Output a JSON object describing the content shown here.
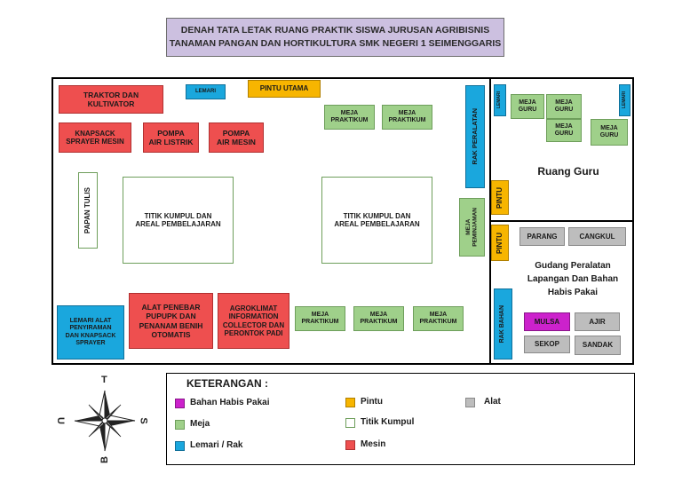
{
  "title": {
    "line1": "DENAH TATA LETAK RUANG PRAKTIK SISWA JURUSAN AGRIBISNIS",
    "line2": "TANAMAN PANGAN DAN HORTIKULTURA SMK NEGERI 1 SEIMENGGARIS"
  },
  "colors": {
    "bahan_habis_pakai": "#cc22cc",
    "meja": "#9fd08a",
    "lemari_rak": "#1aa7dd",
    "pintu": "#f7b500",
    "titik_kumpul": "#ffffff",
    "mesin": "#ee4f4f",
    "alat": "#bdbdbd"
  },
  "praktik": {
    "traktor": "TRAKTOR DAN\nKULTIVATOR",
    "lemari_top": "LEMARI",
    "pintu_utama": "PINTU UTAMA",
    "knapsack": "KNAPSACK\nSPRAYER MESIN",
    "pompa_listrik": "POMPA\nAIR LISTRIK",
    "pompa_mesin": "POMPA\nAIR MESIN",
    "meja_praktikum": "MEJA\nPRAKTIKUM",
    "rak_peralatan": "RAK PERALATAN",
    "papan_tulis": "PAPAN TULIS",
    "titik_kumpul": "TITIK KUMPUL DAN\nAREAL PEMBELAJARAN",
    "meja_peminjaman": "MEJA\nPEMINJAMAN",
    "lemari_alat": "LEMARI ALAT\nPENYIRAMAN\nDAN KNAPSACK\nSPRAYER",
    "alat_penebar": "ALAT PENEBAR\nPUPUPK DAN\nPENANAM BENIH\nOTOMATIS",
    "agroklimat": "AGROKLIMAT\nINFORMATION\nCOLLECTOR DAN\nPERONTOK PADI"
  },
  "guru": {
    "title": "Ruang Guru",
    "lemari": "LEMARI",
    "meja_guru": "MEJA\nGURU",
    "pintu": "PINTU"
  },
  "gudang": {
    "title": "Gudang Peralatan\nLapangan Dan Bahan\nHabis Pakai",
    "pintu": "PINTU",
    "rak_bahan": "RAK BAHAN",
    "parang": "PARANG",
    "cangkul": "CANGKUL",
    "mulsa": "MULSA",
    "ajir": "AJIR",
    "sekop": "SEKOP",
    "sandak": "SANDAK"
  },
  "compass": {
    "north": "T",
    "south": "B",
    "west": "U",
    "east": "S"
  },
  "legend": {
    "title": "KETERANGAN :",
    "items": [
      {
        "label": "Bahan Habis Pakai",
        "color": "#cc22cc"
      },
      {
        "label": "Meja",
        "color": "#9fd08a"
      },
      {
        "label": "Lemari / Rak",
        "color": "#1aa7dd"
      },
      {
        "label": "Pintu",
        "color": "#f7b500"
      },
      {
        "label": "Titik Kumpul",
        "color": "#ffffff"
      },
      {
        "label": "Mesin",
        "color": "#ee4f4f"
      },
      {
        "label": "Alat",
        "color": "#bdbdbd"
      }
    ]
  }
}
